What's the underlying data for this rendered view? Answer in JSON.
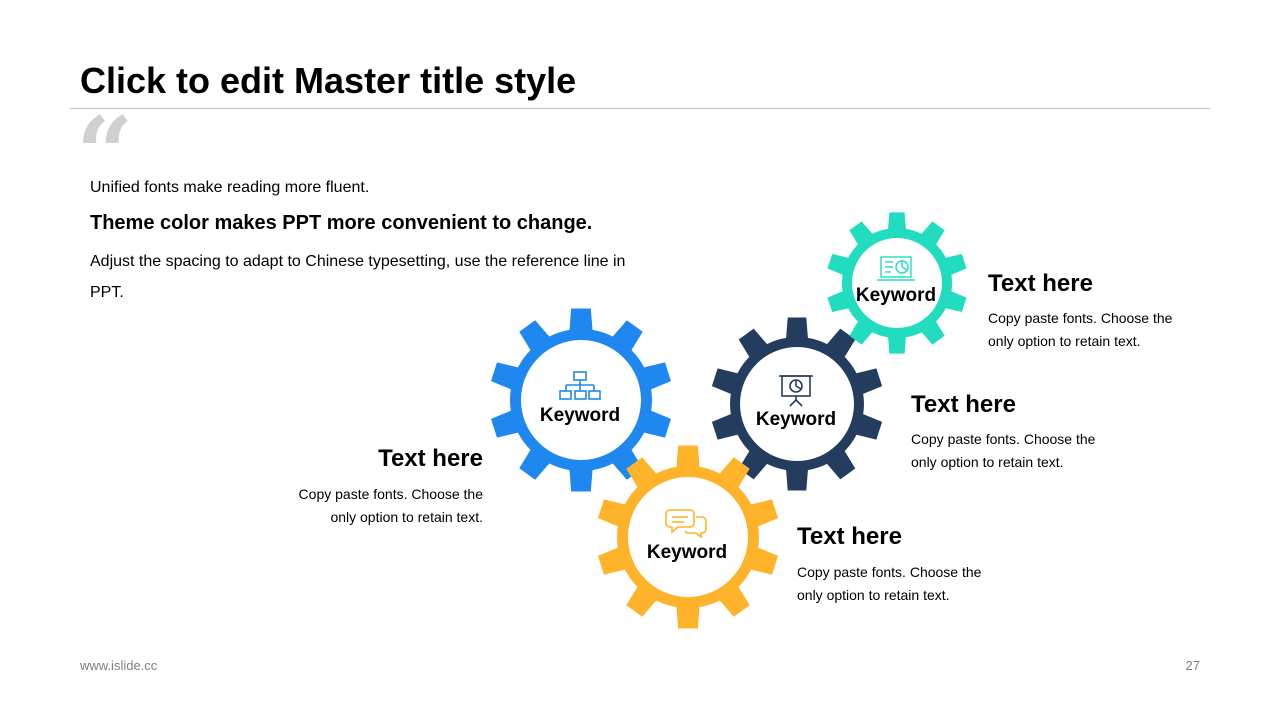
{
  "slide": {
    "title": "Click to edit Master title style",
    "quote_glyph": "“",
    "intro_line1": "Unified fonts make reading more fluent.",
    "intro_line2": "Theme color makes PPT more convenient to change.",
    "intro_line3": "Adjust the spacing to adapt to Chinese typesetting, use the reference line in PPT."
  },
  "gears": [
    {
      "keyword": "Keyword",
      "icon": "org-chart-icon",
      "color": "#1e88f0",
      "heading": "Text here",
      "body": "Copy paste fonts. Choose the only option to retain text."
    },
    {
      "keyword": "Keyword",
      "icon": "chat-bubbles-icon",
      "color": "#ffb32b",
      "heading": "Text here",
      "body": "Copy paste fonts. Choose the only option to retain text."
    },
    {
      "keyword": "Keyword",
      "icon": "presentation-board-icon",
      "color": "#243d5e",
      "heading": "Text here",
      "body": "Copy paste fonts. Choose the only option to retain text."
    },
    {
      "keyword": "Keyword",
      "icon": "dashboard-screen-icon",
      "color": "#22dcc0",
      "heading": "Text here",
      "body": "Copy paste fonts. Choose the only option to retain text."
    }
  ],
  "footer": {
    "url": "www.islide.cc",
    "page": "27"
  }
}
